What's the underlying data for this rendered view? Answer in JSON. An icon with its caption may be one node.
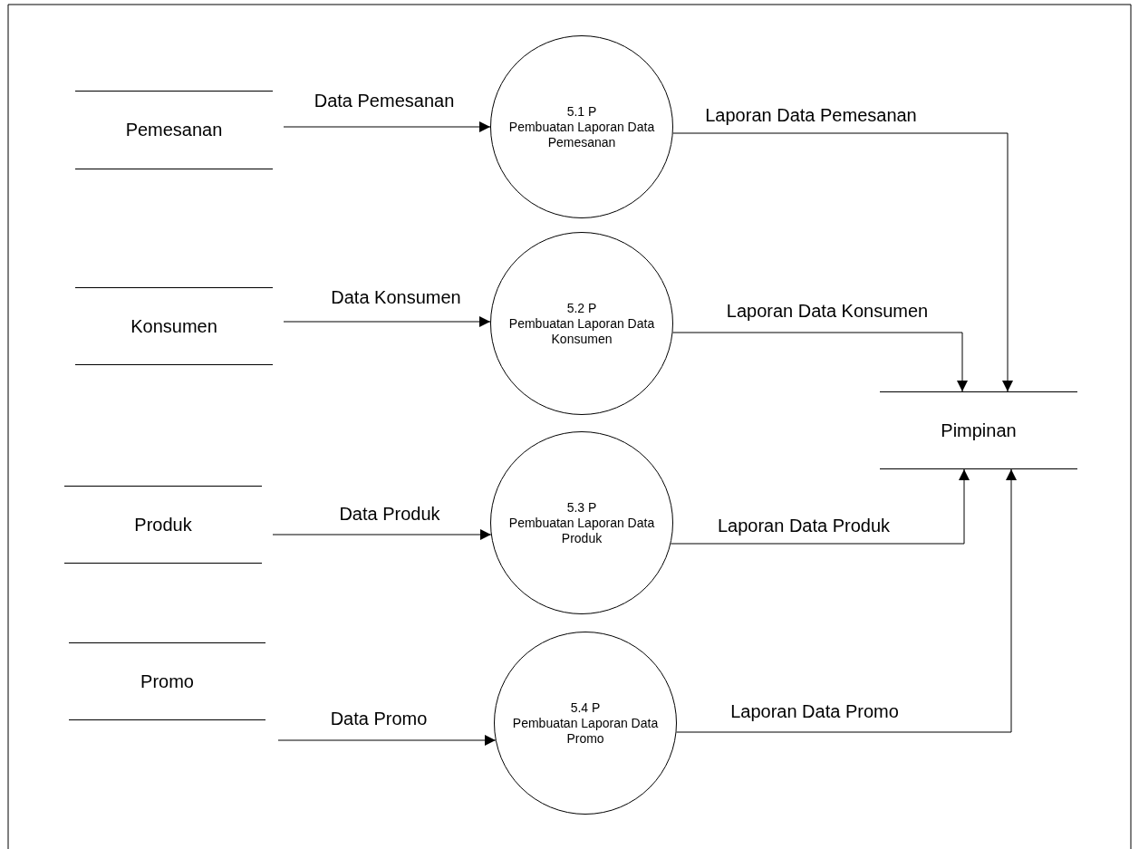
{
  "diagram": {
    "nodes": [
      {
        "text": [
          "Pemesanan"
        ]
      },
      {
        "text": [
          "5.1 P",
          "Pembuatan Laporan Data Pemesanan"
        ]
      },
      {
        "text": [
          "Konsumen"
        ]
      },
      {
        "text": [
          "5.2 P",
          "Pembuatan Laporan Data Konsumen"
        ]
      },
      {
        "text": [
          "Produk"
        ]
      },
      {
        "text": [
          "5.3 P",
          "Pembuatan Laporan Data Produk"
        ]
      },
      {
        "text": [
          "Promo"
        ]
      },
      {
        "text": [
          "5.4 P",
          "Pembuatan Laporan Data Promo"
        ]
      },
      {
        "text": [
          "Pimpinan"
        ]
      }
    ],
    "edges": [
      {
        "from": 0,
        "to": 1,
        "arrow": "to",
        "label": "Data Pemesanan"
      },
      {
        "from": 1,
        "to": 8,
        "arrow": "to",
        "label": "Laporan Data Pemesanan"
      },
      {
        "from": 2,
        "to": 3,
        "arrow": "to",
        "label": "Data Konsumen"
      },
      {
        "from": 3,
        "to": 8,
        "arrow": "to",
        "label": "Laporan Data Konsumen"
      },
      {
        "from": 4,
        "to": 5,
        "arrow": "to",
        "label": "Data Produk"
      },
      {
        "from": 5,
        "to": 8,
        "arrow": "to",
        "label": "Laporan Data Produk"
      },
      {
        "from": 6,
        "to": 7,
        "arrow": "to",
        "label": "Data Promo"
      },
      {
        "from": 7,
        "to": 8,
        "arrow": "to",
        "label": "Laporan Data Promo"
      }
    ]
  }
}
